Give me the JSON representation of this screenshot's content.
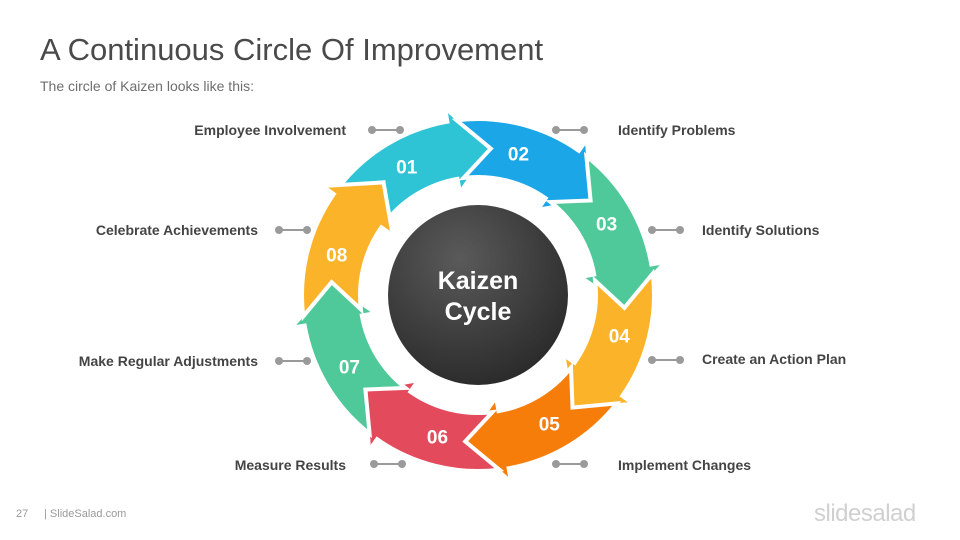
{
  "header": {
    "title": "A Continuous Circle Of Improvement",
    "subtitle": "The circle of Kaizen looks like this:"
  },
  "center": {
    "line1": "Kaizen",
    "line2": "Cycle"
  },
  "steps": [
    {
      "number": "01",
      "label": "Employee Involvement",
      "color": "#2ec4d6"
    },
    {
      "number": "02",
      "label": "Identify Problems",
      "color": "#1ba6e8"
    },
    {
      "number": "03",
      "label": "Identify Solutions",
      "color": "#4fc99a"
    },
    {
      "number": "04",
      "label": "Create an Action Plan",
      "color": "#fbb42a"
    },
    {
      "number": "05",
      "label": "Implement Changes",
      "color": "#f77d0b"
    },
    {
      "number": "06",
      "label": "Measure Results",
      "color": "#e34b5c"
    },
    {
      "number": "07",
      "label": "Make Regular Adjustments",
      "color": "#4fc99a"
    },
    {
      "number": "08",
      "label": "Celebrate Achievements",
      "color": "#fbb42a"
    }
  ],
  "footer": {
    "page_number": "27",
    "site": "| SlideSalad.com",
    "logo": "slidesalad"
  }
}
